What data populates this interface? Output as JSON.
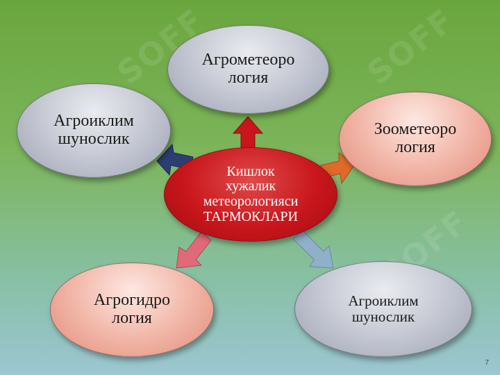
{
  "center": {
    "label": "Кишлок\nхужалик\nметеорологияси\nТАРМОКЛАРИ"
  },
  "nodes": {
    "top": "Агрометеоро\nлогия",
    "upper_left": "Агроиклим\nшунослик",
    "right": "Зоометеоро\nлогия",
    "lower_left": "Агрогидро\nлогия",
    "lower_right": "Агроиклим\nшунослик"
  },
  "watermark": {
    "text": "SOFF"
  },
  "page_number": "7",
  "colors": {
    "center_fill": "#c8161c",
    "gray_node": "#c9ccd6",
    "pink_node": "#f2b8aa",
    "arrow_top": "#c8161c",
    "arrow_upper_left": "#2c3e73",
    "arrow_right": "#e06a2a",
    "arrow_lower_left": "#e06a78",
    "arrow_lower_right": "#8fb0c8"
  }
}
